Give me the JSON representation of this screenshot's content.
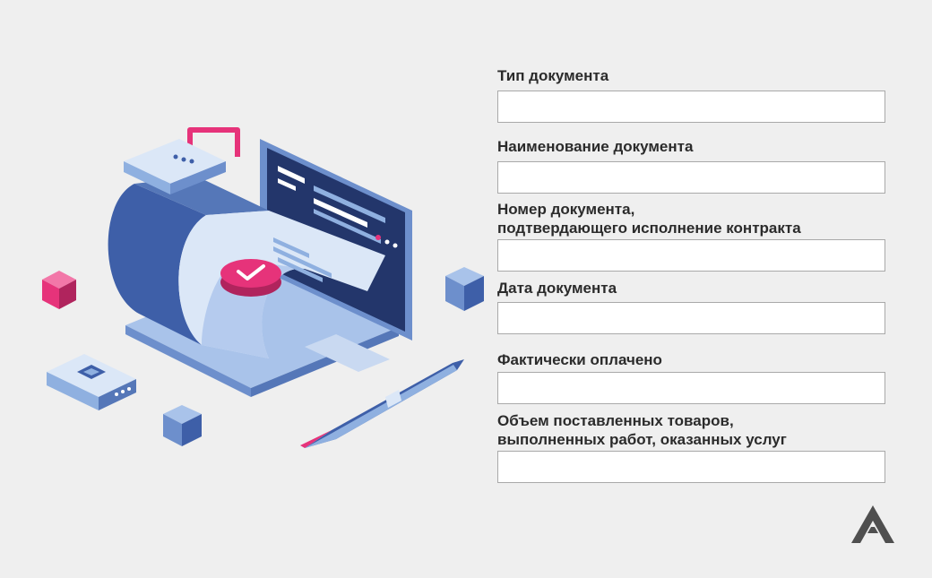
{
  "form": {
    "fields": [
      {
        "label": "Тип документа",
        "value": ""
      },
      {
        "label": "Наименование документа",
        "value": ""
      },
      {
        "label": "Номер документа,\nподтвердающего исполнение контракта",
        "value": ""
      },
      {
        "label": "Дата документа",
        "value": ""
      },
      {
        "label": "Фактически оплачено",
        "value": ""
      },
      {
        "label": "Объем поставленных товаров,\nвыполненных работ, оказанных услуг",
        "value": ""
      }
    ]
  },
  "illustration": {
    "icons": [
      "padlock-icon",
      "laptop-icon",
      "document-icon",
      "checkmark-icon",
      "pen-icon",
      "cube-icon",
      "router-icon"
    ],
    "colors": {
      "primary_blue": "#3e5fa8",
      "light_blue": "#8fb0e0",
      "pale_blue": "#dbe7f7",
      "navy": "#23366b",
      "accent_pink": "#e6337a"
    }
  },
  "brand": {
    "logo_icon": "a-logo-icon",
    "logo_color": "#4f4f4f"
  }
}
